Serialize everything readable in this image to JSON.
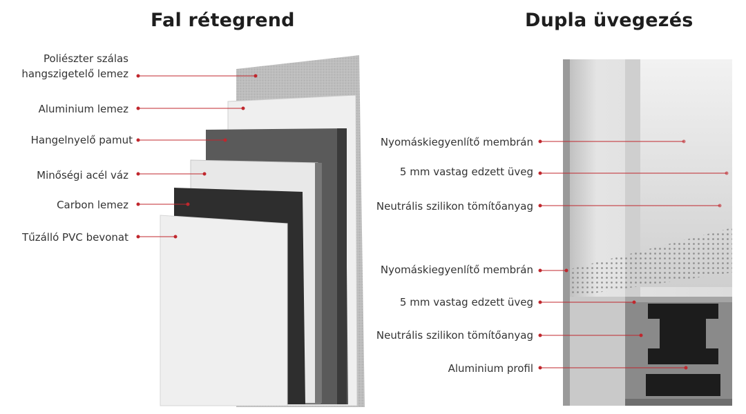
{
  "left": {
    "title": "Fal rétegrend",
    "labels": [
      {
        "line1": "Poliészter szálas",
        "line2": "hangszigetelő lemez"
      },
      {
        "line1": "Aluminium lemez"
      },
      {
        "line1": "Hangelnyelő pamut"
      },
      {
        "line1": "Minőségi acél váz"
      },
      {
        "line1": "Carbon lemez"
      },
      {
        "line1": "Tűzálló PVC bevonat"
      }
    ]
  },
  "right": {
    "title": "Dupla üvegezés",
    "labels": [
      "Nyomáskiegyenlítő membrán",
      "5 mm vastag edzett üveg",
      "Neutrális szilikon tömítőanyag",
      "Nyomáskiegyenlítő membrán",
      "5 mm vastag edzett üveg",
      "Neutrális szilikon tömítőanyag",
      "Aluminium profil"
    ]
  },
  "colors": {
    "leader": "#c0272d",
    "dot": "#c0272d",
    "panel_white": "#eeeeee",
    "panel_gray": "#d9d9d9",
    "panel_dark": "#3a3a3a",
    "frame": "#7d7d7d"
  }
}
